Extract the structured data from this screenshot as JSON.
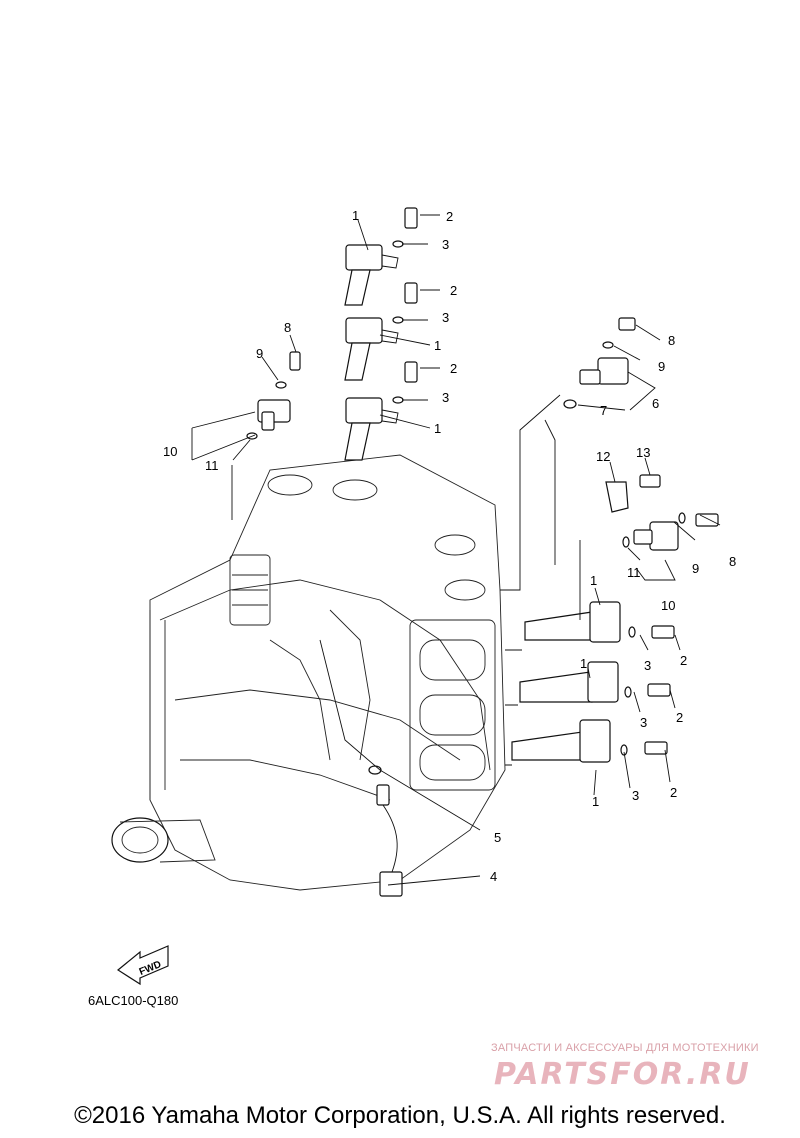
{
  "diagram": {
    "drawing_code": "6ALC100-Q180",
    "direction_marker": "FWD",
    "callouts": [
      "1",
      "2",
      "3",
      "4",
      "5",
      "6",
      "7",
      "8",
      "9",
      "10",
      "11",
      "12",
      "13"
    ]
  },
  "watermark": {
    "tagline": "ЗАПЧАСТИ И АКСЕССУАРЫ ДЛЯ МОТОТЕХНИКИ",
    "logo": "PARTSFOR.RU"
  },
  "footer": {
    "copyright": "©2016 Yamaha Motor Corporation, U.S.A. All rights reserved."
  },
  "colors": {
    "line": "#111111",
    "watermark": "#e8b4bc",
    "background": "#ffffff"
  }
}
